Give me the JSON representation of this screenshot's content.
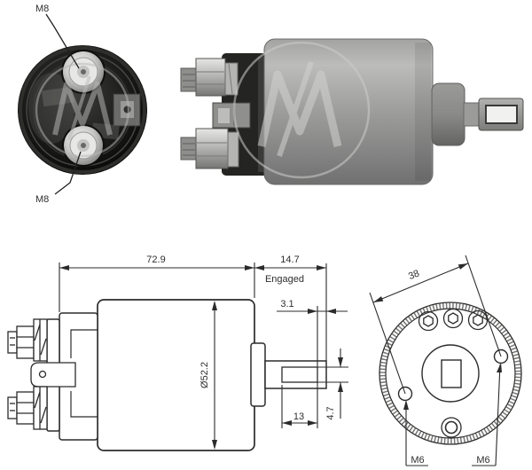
{
  "front_photo_labels": {
    "terminal_top": "M8",
    "terminal_bottom": "M8"
  },
  "side_drawing": {
    "overall_length": "72.9",
    "plunger_travel": "14.7",
    "travel_state_label": "Engaged",
    "tip_clearance": "3.1",
    "body_diameter": "Ø52.2",
    "slot_length": "13",
    "slot_height": "4.7"
  },
  "rear_drawing": {
    "mounting_hole_spacing": "38",
    "mounting_thread_left": "M6",
    "mounting_thread_right": "M6"
  },
  "icons": {
    "watermark": "zm-logo-watermark"
  },
  "colors": {
    "background": "#ffffff",
    "drawing_line": "#2b2b2b",
    "dimension_text": "#2e2e2e",
    "watermark_gray": "#c9c9c7"
  }
}
